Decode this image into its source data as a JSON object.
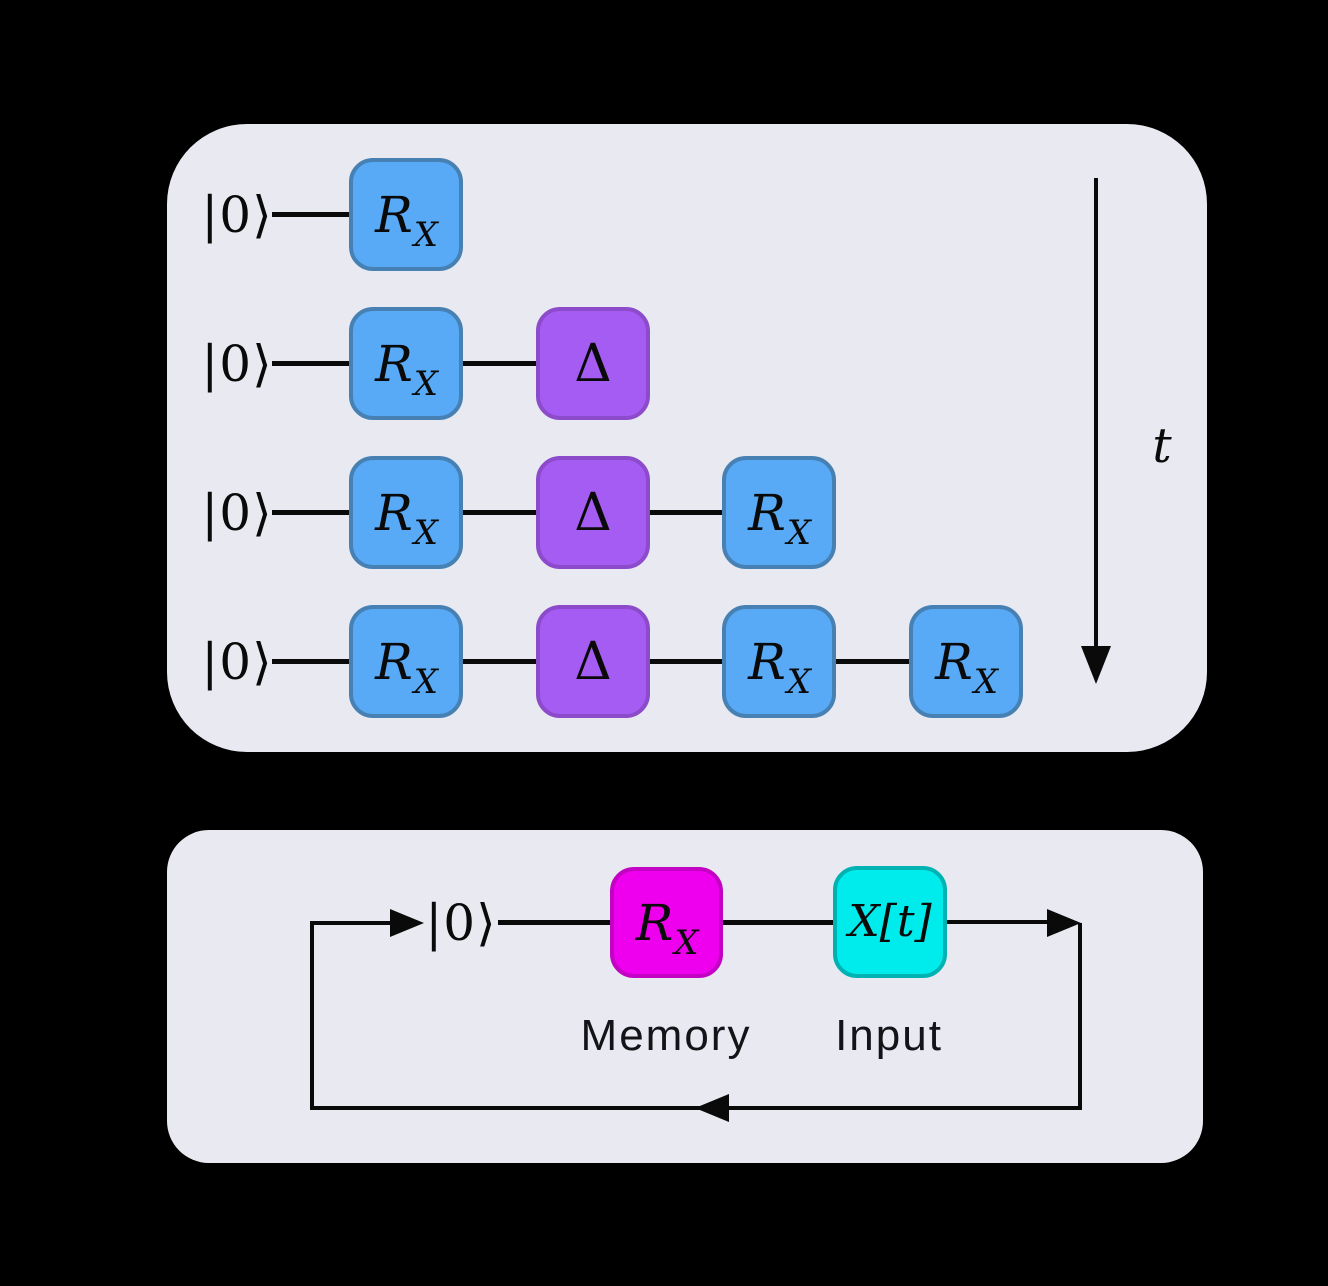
{
  "colors": {
    "background": "#000000",
    "panel": "#e9e9f1",
    "line": "#0a0a0a",
    "rx_fill": "#58a9f6",
    "rx_border": "#4781b3",
    "delta_fill": "#a55cf2",
    "delta_border": "#8c4bcb",
    "memory_fill": "#ee00ee",
    "memory_border": "#c303c3",
    "input_fill": "#00ecec",
    "input_border": "#00b2b2"
  },
  "top_panel": {
    "time_label": "t",
    "rows": [
      {
        "ket": "|0⟩",
        "gates": [
          {
            "main": "R",
            "sub": "X"
          }
        ]
      },
      {
        "ket": "|0⟩",
        "gates": [
          {
            "main": "R",
            "sub": "X"
          },
          {
            "main": "Δ",
            "sub": ""
          }
        ]
      },
      {
        "ket": "|0⟩",
        "gates": [
          {
            "main": "R",
            "sub": "X"
          },
          {
            "main": "Δ",
            "sub": ""
          },
          {
            "main": "R",
            "sub": "X"
          }
        ]
      },
      {
        "ket": "|0⟩",
        "gates": [
          {
            "main": "R",
            "sub": "X"
          },
          {
            "main": "Δ",
            "sub": ""
          },
          {
            "main": "R",
            "sub": "X"
          },
          {
            "main": "R",
            "sub": "X"
          }
        ]
      }
    ]
  },
  "bottom_panel": {
    "ket": "|0⟩",
    "memory_gate": {
      "main": "R",
      "sub": "X"
    },
    "input_gate": {
      "main": "X[t]",
      "sub": ""
    },
    "memory_label": "Memory",
    "input_label": "Input"
  }
}
